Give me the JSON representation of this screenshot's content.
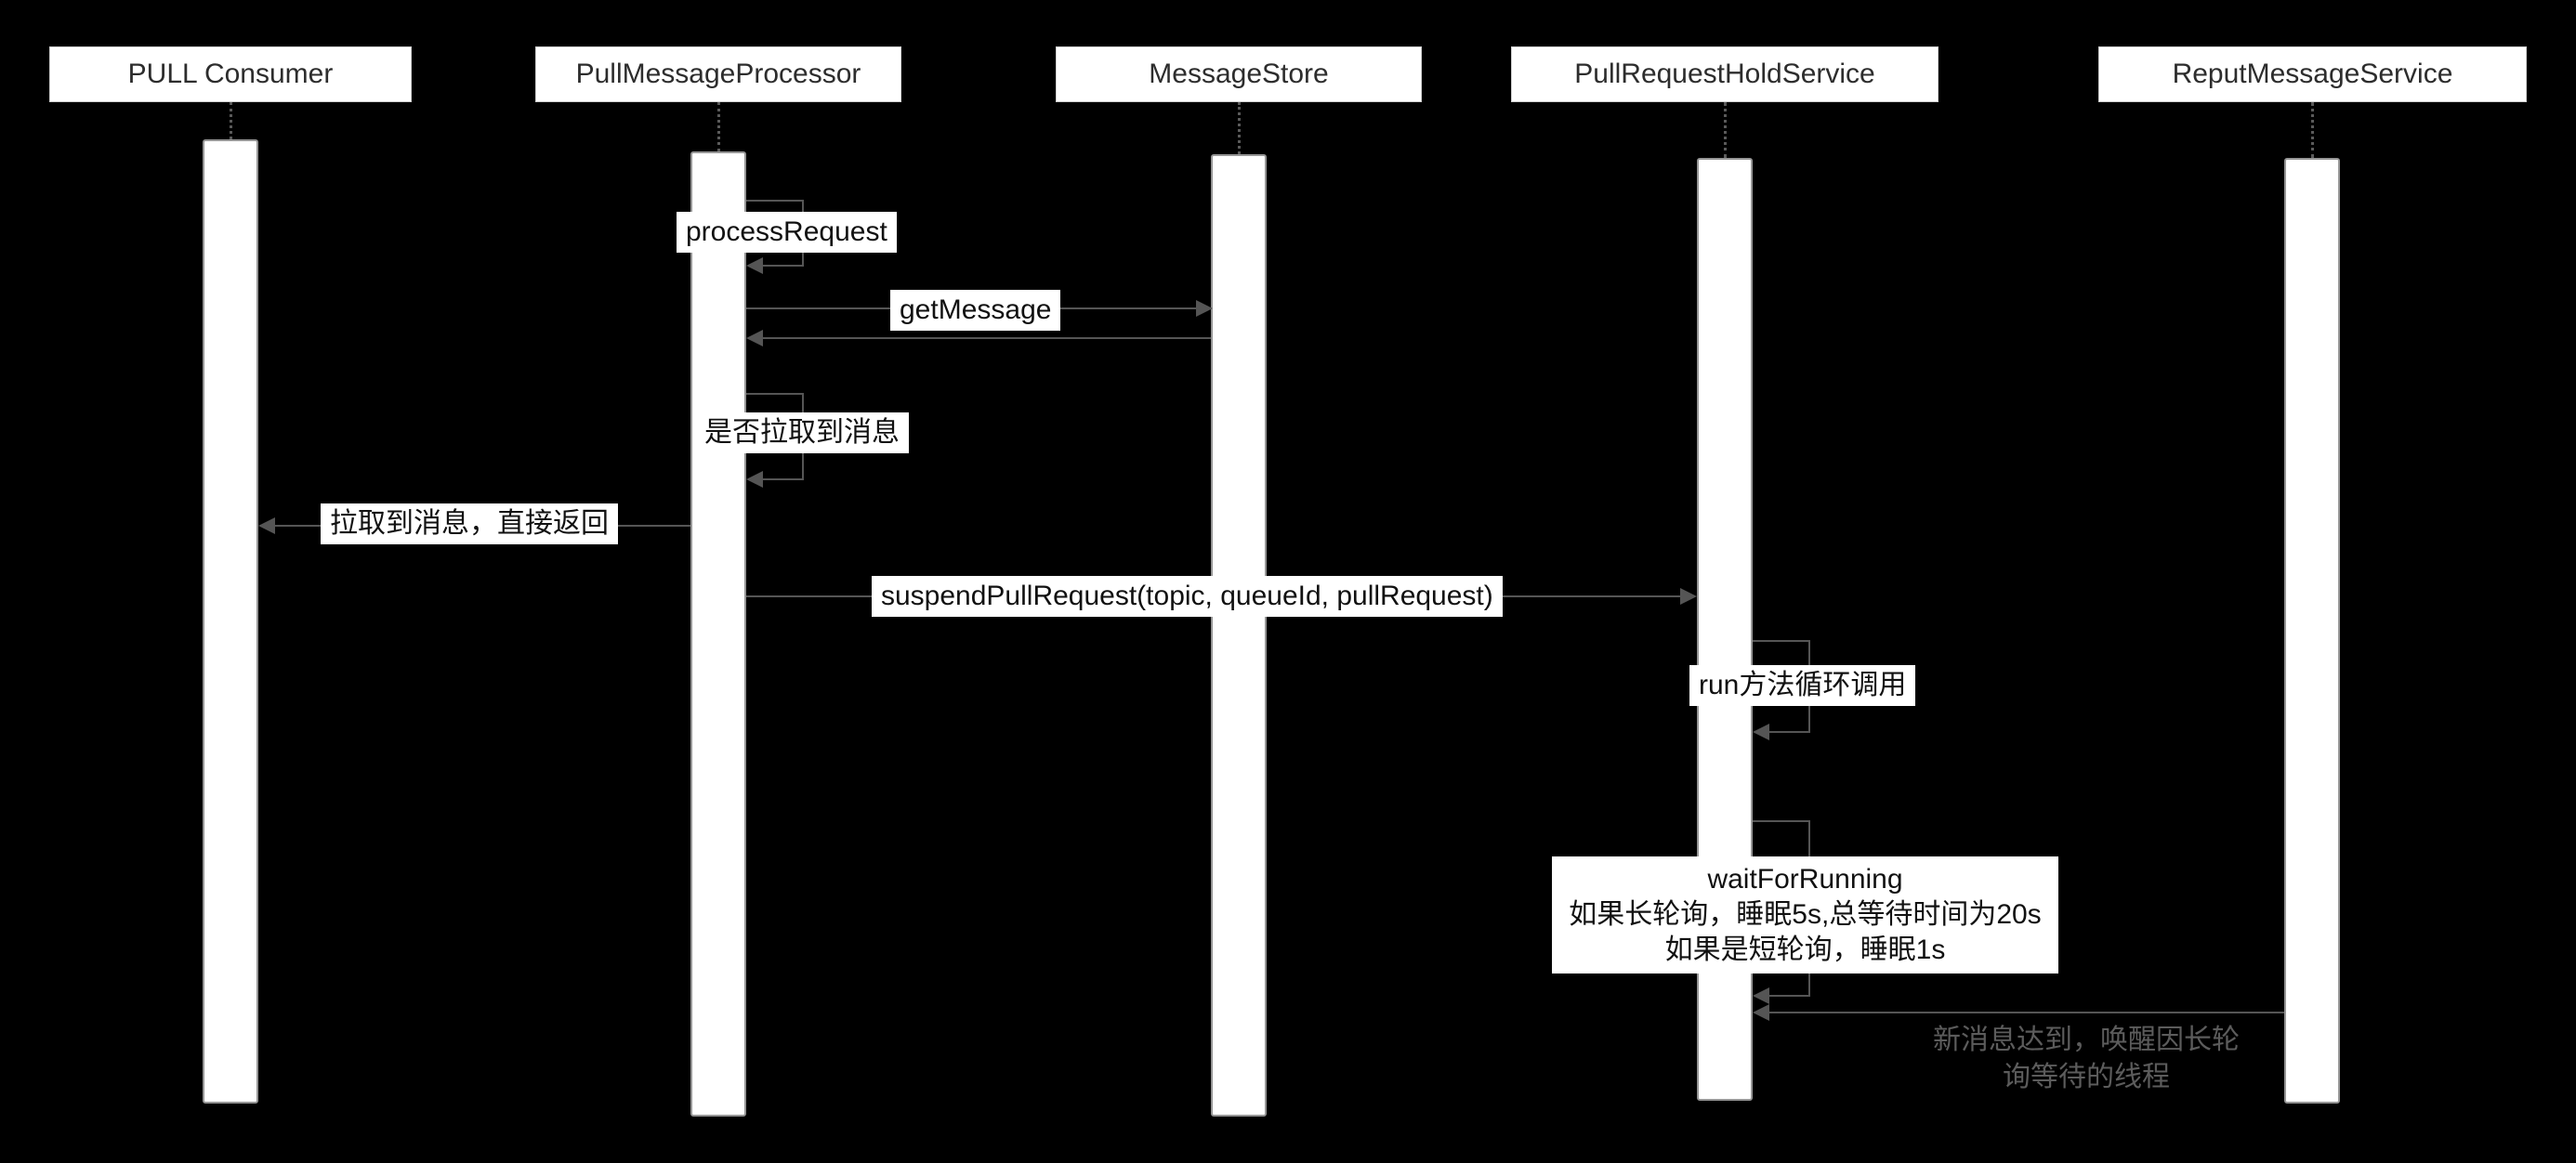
{
  "colors": {
    "background": "#000000",
    "participant_fill": "#ffffff",
    "participant_text": "#2d2d2d",
    "arrow": "#555555",
    "label_fill": "#ffffff",
    "label_text": "#111111",
    "muted_text": "#5c5c5c"
  },
  "participants": [
    {
      "label": "PULL Consumer"
    },
    {
      "label": "PullMessageProcessor"
    },
    {
      "label": "MessageStore"
    },
    {
      "label": "PullRequestHoldService"
    },
    {
      "label": "ReputMessageService"
    }
  ],
  "messages": [
    {
      "type": "self",
      "from": "PullMessageProcessor",
      "to": "PullMessageProcessor",
      "label": "processRequest"
    },
    {
      "type": "call",
      "from": "PullMessageProcessor",
      "to": "MessageStore",
      "label": "getMessage"
    },
    {
      "type": "return",
      "from": "MessageStore",
      "to": "PullMessageProcessor",
      "label": ""
    },
    {
      "type": "self",
      "from": "PullMessageProcessor",
      "to": "PullMessageProcessor",
      "label": "是否拉取到消息"
    },
    {
      "type": "call",
      "from": "PullMessageProcessor",
      "to": "PULL Consumer",
      "label": "拉取到消息，直接返回"
    },
    {
      "type": "call",
      "from": "PullMessageProcessor",
      "to": "PullRequestHoldService",
      "label": "suspendPullRequest(topic, queueId, pullRequest)"
    },
    {
      "type": "self",
      "from": "PullRequestHoldService",
      "to": "PullRequestHoldService",
      "label": "run方法循环调用"
    },
    {
      "type": "self",
      "from": "PullRequestHoldService",
      "to": "PullRequestHoldService",
      "lines": [
        "waitForRunning",
        "如果长轮询，睡眠5s,总等待时间为20s",
        "如果是短轮询，睡眠1s"
      ]
    },
    {
      "type": "call",
      "from": "ReputMessageService",
      "to": "PullRequestHoldService",
      "lines": [
        "新消息达到，唤醒因长轮",
        "询等待的线程"
      ]
    }
  ]
}
